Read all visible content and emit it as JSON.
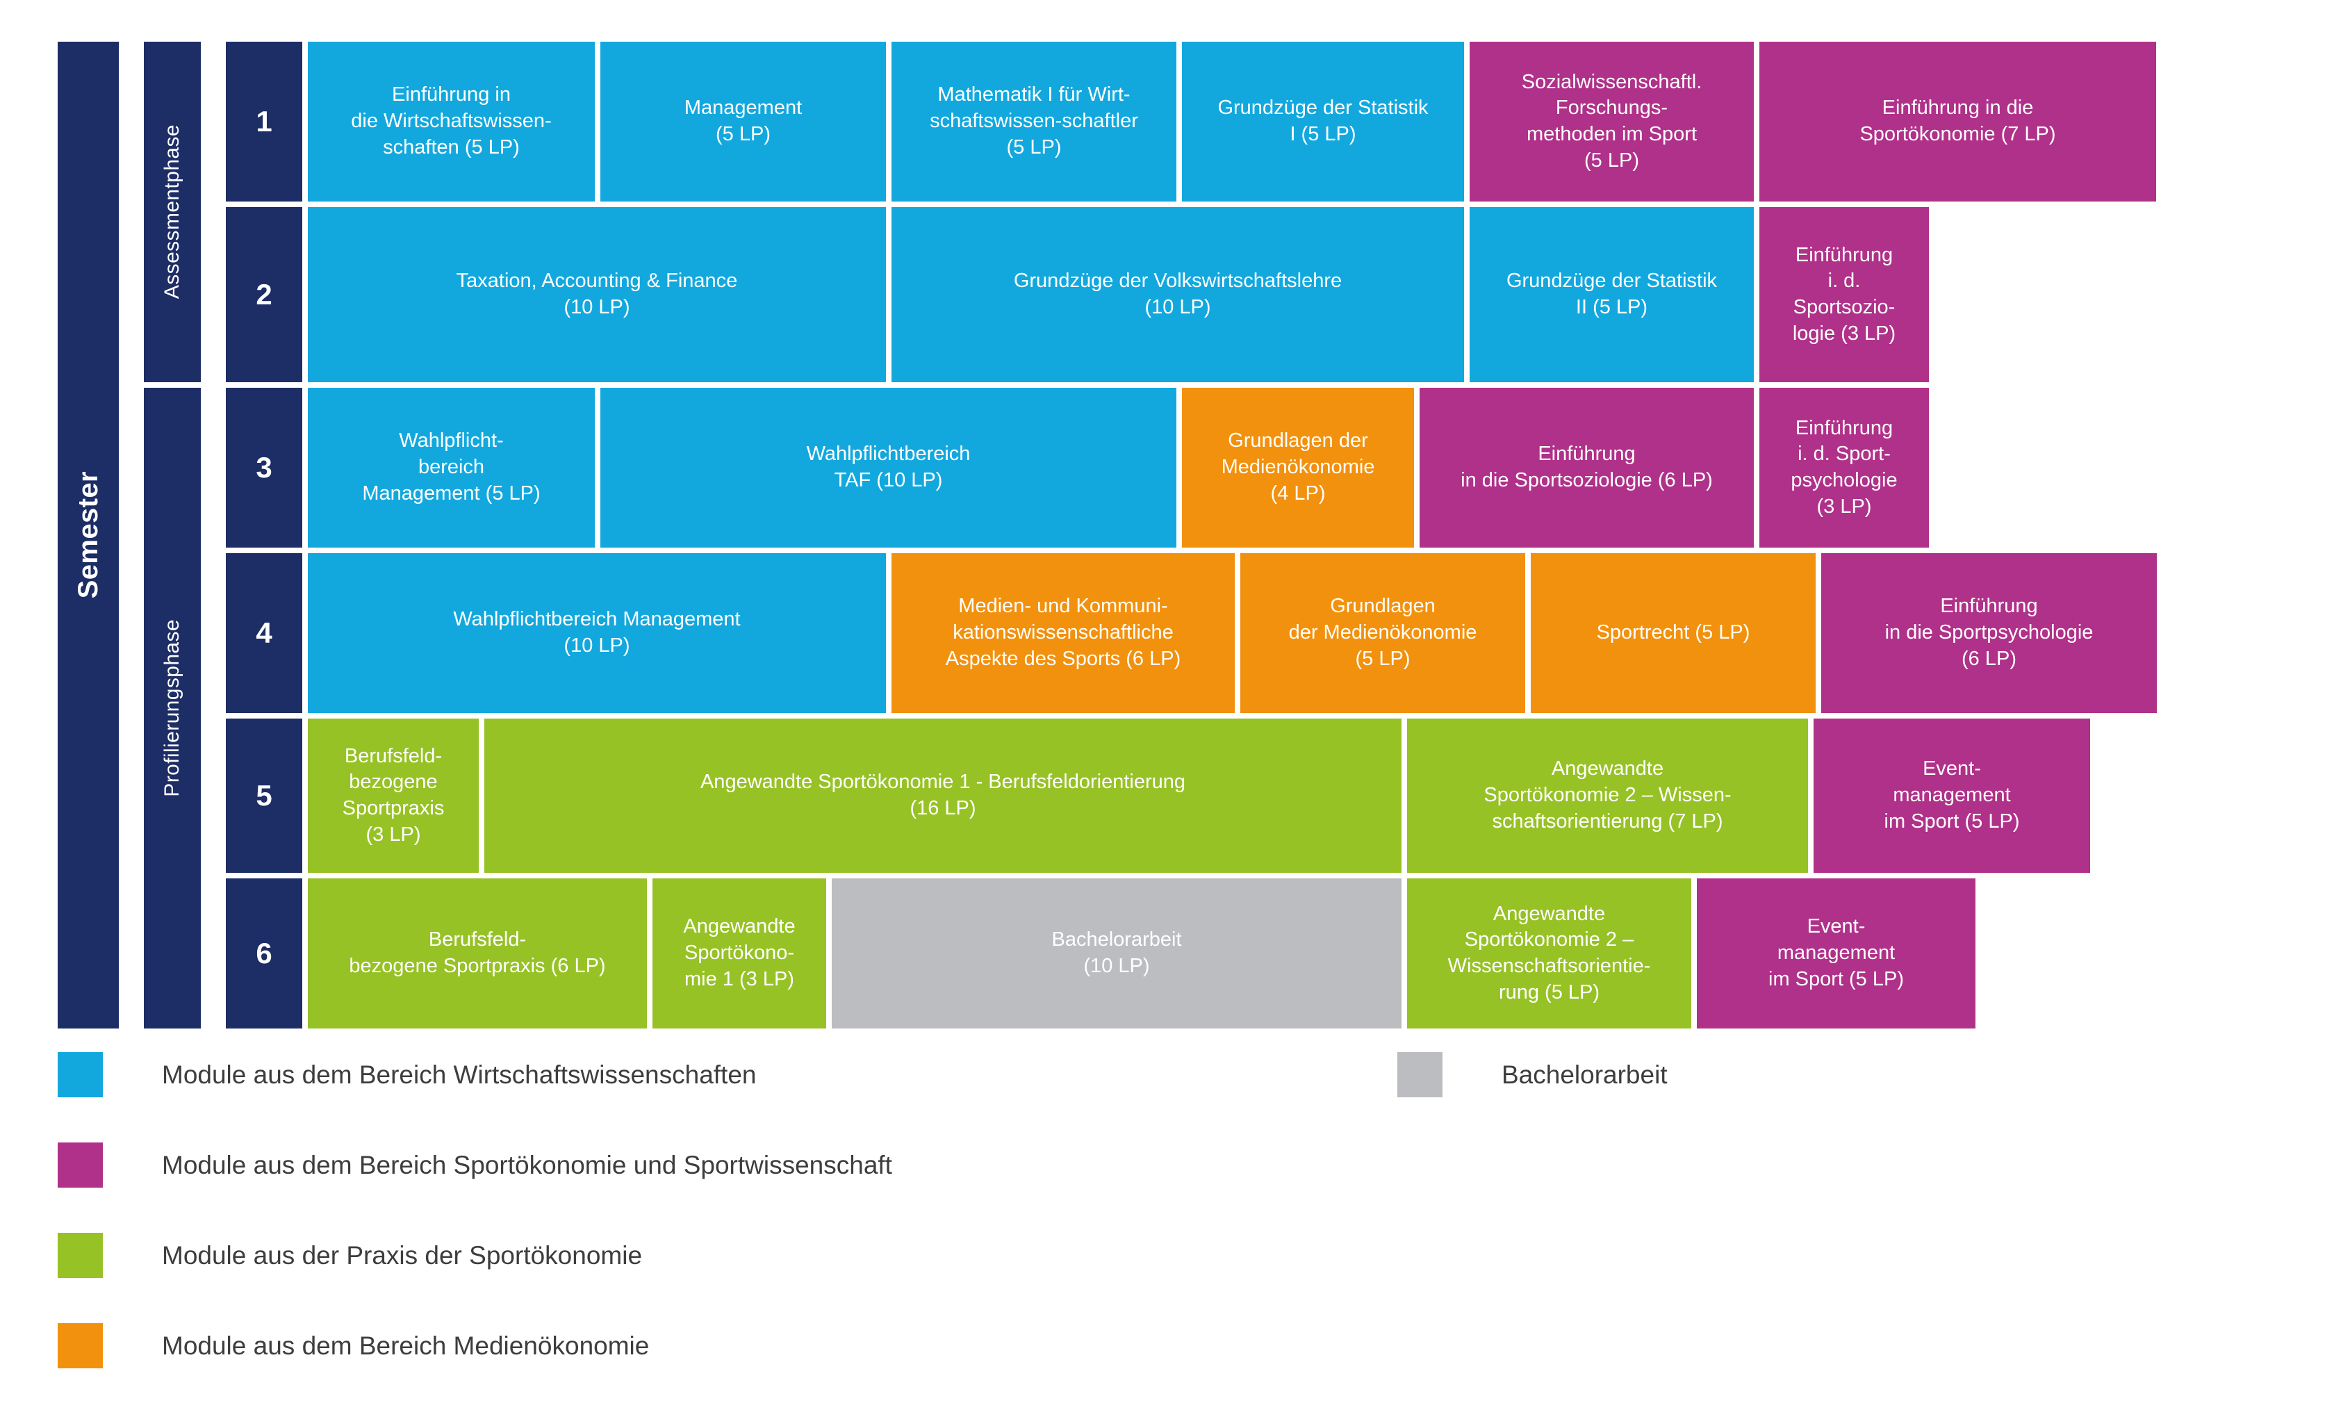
{
  "axis": {
    "semester_label": "Semester",
    "phases": [
      {
        "label": "Assessmentphase"
      },
      {
        "label": "Profilierungsphase"
      }
    ],
    "semester_numbers": [
      "1",
      "2",
      "3",
      "4",
      "5",
      "6"
    ]
  },
  "colors": {
    "navy": "#1d2d65",
    "wirtschaftswissenschaften": "#12a8de",
    "sportoekonomie": "#b03189",
    "praxis": "#97c226",
    "medienoekonomie": "#f2910d",
    "bachelorarbeit": "#bcbdc0"
  },
  "rows": [
    {
      "semester": "1",
      "modules": [
        {
          "label": "Einführung in\ndie Wirtschaftswissen-\nschaften (5 LP)",
          "category": "wirtschaftswissenschaften",
          "lp": 5
        },
        {
          "label": "Management\n(5 LP)",
          "category": "wirtschaftswissenschaften",
          "lp": 5
        },
        {
          "label": "Mathematik I für Wirt-\nschaftswissen-schaftler\n(5 LP)",
          "category": "wirtschaftswissenschaften",
          "lp": 5
        },
        {
          "label": "Grundzüge der Statistik\nI (5 LP)",
          "category": "wirtschaftswissenschaften",
          "lp": 5
        },
        {
          "label": "Sozialwissenschaftl.\nForschungs-\nmethoden im Sport\n(5 LP)",
          "category": "sportoekonomie",
          "lp": 5
        },
        {
          "label": "Einführung in die\nSportökonomie (7 LP)",
          "category": "sportoekonomie",
          "lp": 7
        }
      ]
    },
    {
      "semester": "2",
      "modules": [
        {
          "label": "Taxation, Accounting & Finance\n(10 LP)",
          "category": "wirtschaftswissenschaften",
          "lp": 10
        },
        {
          "label": "Grundzüge der Volkswirtschaftslehre\n(10 LP)",
          "category": "wirtschaftswissenschaften",
          "lp": 10
        },
        {
          "label": "Grundzüge der Statistik\nII (5 LP)",
          "category": "wirtschaftswissenschaften",
          "lp": 5
        },
        {
          "label": "Einführung\ni. d.\nSportsozio-\nlogie (3 LP)",
          "category": "sportoekonomie",
          "lp": 3
        }
      ]
    },
    {
      "semester": "3",
      "modules": [
        {
          "label": "Wahlpflicht-\nbereich\nManagement (5 LP)",
          "category": "wirtschaftswissenschaften",
          "lp": 5
        },
        {
          "label": "Wahlpflichtbereich\nTAF (10 LP)",
          "category": "wirtschaftswissenschaften",
          "lp": 10
        },
        {
          "label": "Grundlagen der\nMedienökonomie\n(4 LP)",
          "category": "medienoekonomie",
          "lp": 4
        },
        {
          "label": "Einführung\nin die Sportsoziologie (6 LP)",
          "category": "sportoekonomie",
          "lp": 6
        },
        {
          "label": "Einführung\ni. d. Sport-\npsychologie\n(3 LP)",
          "category": "sportoekonomie",
          "lp": 3
        }
      ]
    },
    {
      "semester": "4",
      "modules": [
        {
          "label": "Wahlpflichtbereich Management\n(10 LP)",
          "category": "wirtschaftswissenschaften",
          "lp": 10
        },
        {
          "label": "Medien- und Kommuni-\nkationswissenschaftliche\nAspekte des Sports (6 LP)",
          "category": "medienoekonomie",
          "lp": 6
        },
        {
          "label": "Grundlagen\nder Medienökonomie\n(5 LP)",
          "category": "medienoekonomie",
          "lp": 5
        },
        {
          "label": "Sportrecht (5 LP)",
          "category": "medienoekonomie",
          "lp": 5
        },
        {
          "label": "Einführung\nin die Sportpsychologie\n(6 LP)",
          "category": "sportoekonomie",
          "lp": 6
        }
      ]
    },
    {
      "semester": "5",
      "modules": [
        {
          "label": "Berufsfeld-\nbezogene\nSportpraxis\n(3 LP)",
          "category": "praxis",
          "lp": 3
        },
        {
          "label": "Angewandte Sportökonomie 1 - Berufsfeldorientierung\n(16 LP)",
          "category": "praxis",
          "lp": 16
        },
        {
          "label": "Angewandte\nSportökonomie 2 – Wissen-\nschaftsorientierung (7 LP)",
          "category": "praxis",
          "lp": 7
        },
        {
          "label": "Event-\nmanagement\nim Sport (5 LP)",
          "category": "sportoekonomie",
          "lp": 5
        }
      ]
    },
    {
      "semester": "6",
      "modules": [
        {
          "label": "Berufsfeld-\nbezogene Sportpraxis (6 LP)",
          "category": "praxis",
          "lp": 6
        },
        {
          "label": "Angewandte\nSportökono-\nmie 1 (3 LP)",
          "category": "praxis",
          "lp": 3
        },
        {
          "label": "Bachelorarbeit\n(10 LP)",
          "category": "bachelorarbeit",
          "lp": 10
        },
        {
          "label": "Angewandte\nSportökonomie 2 –\nWissenschaftsorientie-\nrung (5 LP)",
          "category": "praxis",
          "lp": 5
        },
        {
          "label": "Event-\nmanagement\nim Sport (5 LP)",
          "category": "sportoekonomie",
          "lp": 5
        }
      ]
    }
  ],
  "legend": {
    "left": [
      {
        "label": "Module aus dem Bereich Wirtschaftswissenschaften",
        "category": "wirtschaftswissenschaften"
      },
      {
        "label": "Module aus dem Bereich Sportökonomie und Sportwissenschaft",
        "category": "sportoekonomie"
      },
      {
        "label": "Module aus der Praxis der Sportökonomie",
        "category": "praxis"
      },
      {
        "label": "Module aus dem Bereich Medienökonomie",
        "category": "medienoekonomie"
      }
    ],
    "right": [
      {
        "label": "Bachelorarbeit",
        "category": "bachelorarbeit"
      }
    ]
  }
}
